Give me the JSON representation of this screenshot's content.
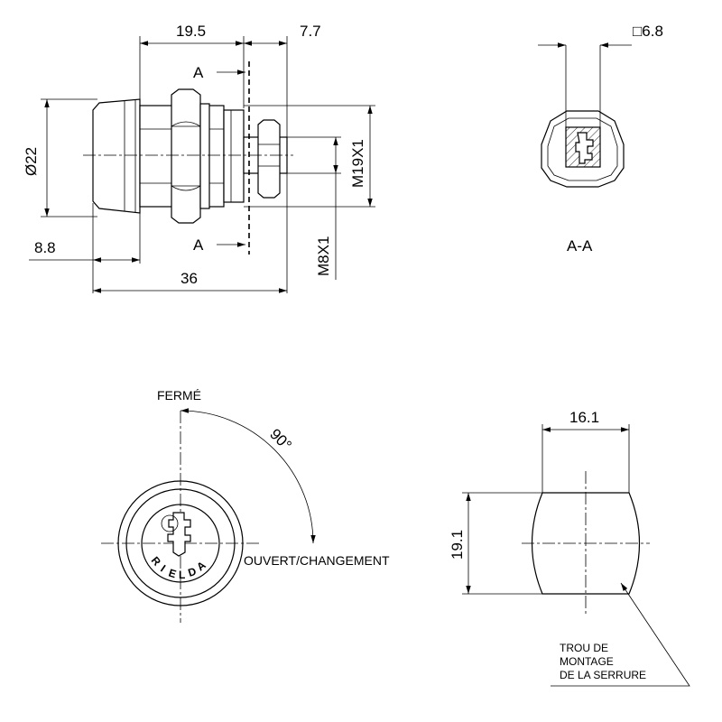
{
  "top_view": {
    "dim_19_5": "19.5",
    "dim_7_7": "7.7",
    "dim_d22": "Ø22",
    "dim_m19": "M19X1",
    "dim_m8": "M8X1",
    "dim_8_8": "8.8",
    "dim_36": "36",
    "section_mark_top": "A",
    "section_mark_bottom": "A"
  },
  "section_view": {
    "dim_square": "□6.8",
    "caption": "A-A"
  },
  "front_view": {
    "label_closed": "FERMÉ",
    "label_angle": "90°",
    "label_open": "OUVERT/CHANGEMENT",
    "brand": "RIELDA"
  },
  "cutout_view": {
    "dim_width": "16.1",
    "dim_height": "19.1",
    "note_line1": "TROU DE",
    "note_line2": "MONTAGE",
    "note_line3": "DE LA SERRURE"
  }
}
